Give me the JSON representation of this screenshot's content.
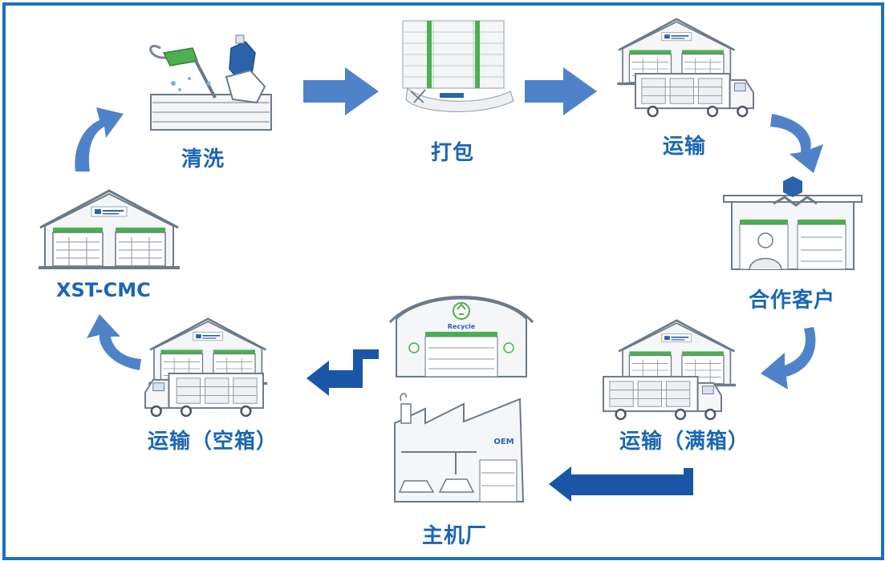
{
  "stages": {
    "cleaning": "清洗",
    "packing": "打包",
    "transport_top": "运输",
    "partner": "合作客户",
    "transport_full": "运输（满箱）",
    "oem_plant": "主机厂",
    "transport_empty": "运输（空箱）",
    "hub": "XST-CMC"
  },
  "signs": {
    "recycle": "Recycle",
    "oem": "OEM"
  },
  "colors": {
    "label": "#1a66b3",
    "arrow": "#4f83c9",
    "dark_arrow": "#1a56a8",
    "frame": "#1e6fbf",
    "green": "#4caf50"
  }
}
